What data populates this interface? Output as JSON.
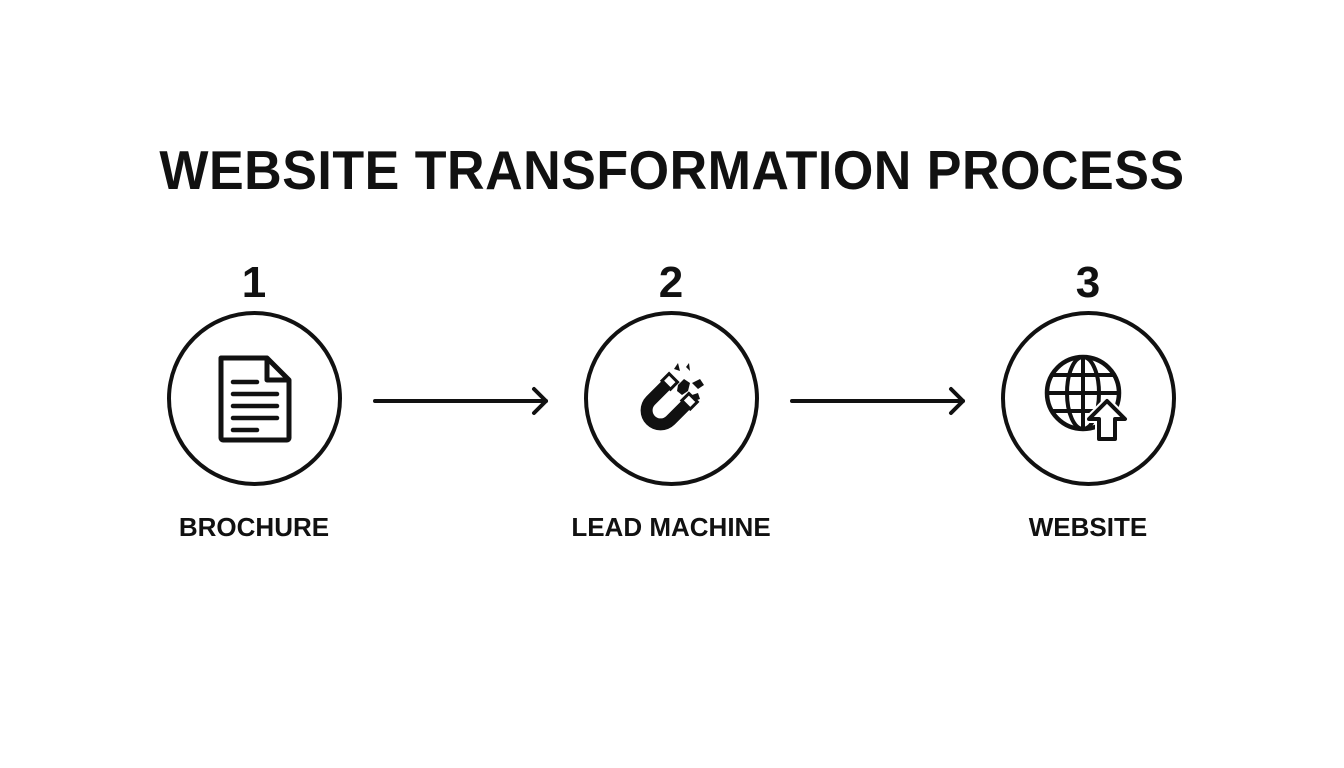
{
  "title": "WEBSITE TRANSFORMATION PROCESS",
  "steps": [
    {
      "number": "1",
      "label": "BROCHURE",
      "icon": "document-icon"
    },
    {
      "number": "2",
      "label": "LEAD MACHINE",
      "icon": "magnet-icon"
    },
    {
      "number": "3",
      "label": "WEBSITE",
      "icon": "globe-upload-icon"
    }
  ],
  "arrows": [
    {
      "from": "1",
      "to": "2",
      "icon": "arrow-right-icon"
    },
    {
      "from": "2",
      "to": "3",
      "icon": "arrow-right-icon"
    }
  ],
  "colors": {
    "foreground": "#111111",
    "background": "#ffffff"
  }
}
